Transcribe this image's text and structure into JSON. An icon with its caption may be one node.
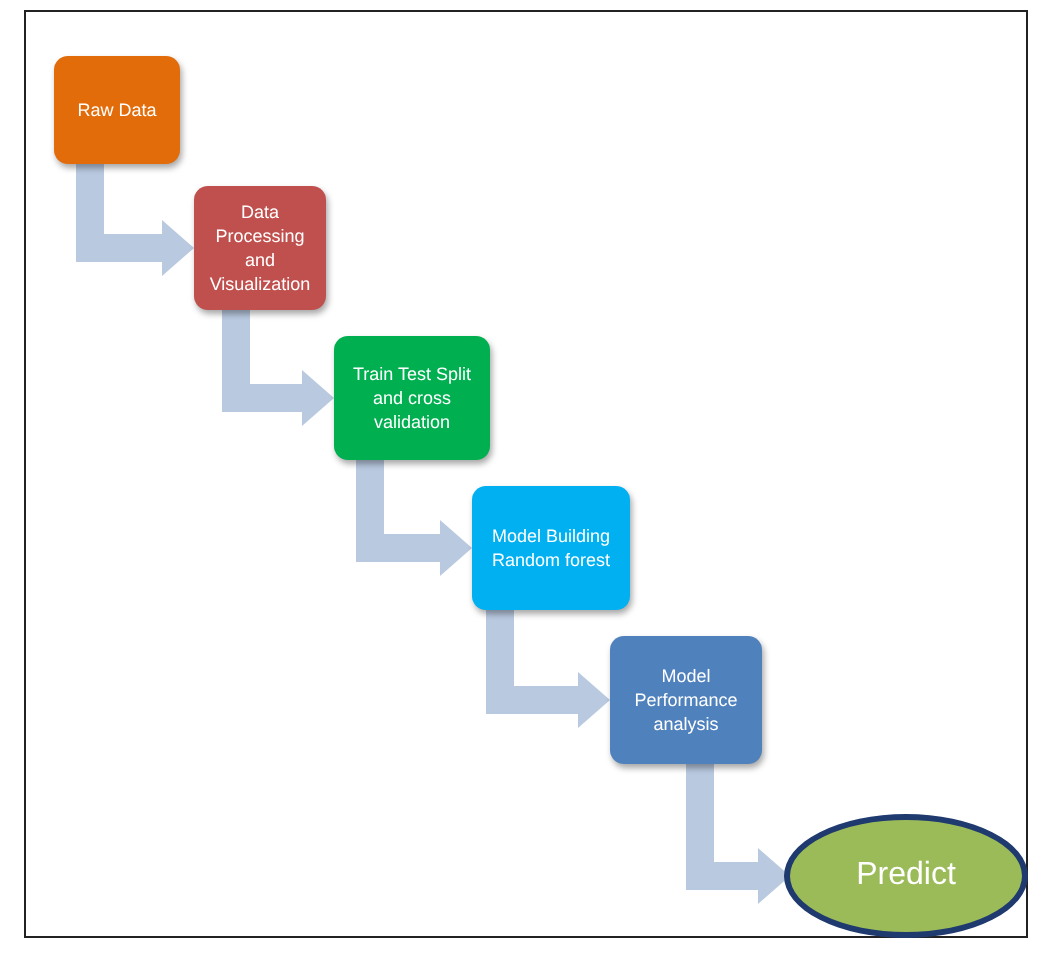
{
  "diagram": {
    "nodes": [
      {
        "text": [
          "Raw Data"
        ]
      },
      {
        "text": [
          "Data Processing and Visualization"
        ]
      },
      {
        "text": [
          "Train Test Split and cross validation"
        ]
      },
      {
        "text": [
          "Model Building Random forest"
        ]
      },
      {
        "text": [
          "Model Performance analysis"
        ]
      },
      {
        "text": [
          "Predict"
        ]
      }
    ],
    "edges": [
      {
        "from": 0,
        "to": 1,
        "arrow": "to"
      },
      {
        "from": 1,
        "to": 2,
        "arrow": "to"
      },
      {
        "from": 2,
        "to": 3,
        "arrow": "to"
      },
      {
        "from": 3,
        "to": 4,
        "arrow": "to"
      },
      {
        "from": 4,
        "to": 5,
        "arrow": "to"
      }
    ]
  }
}
